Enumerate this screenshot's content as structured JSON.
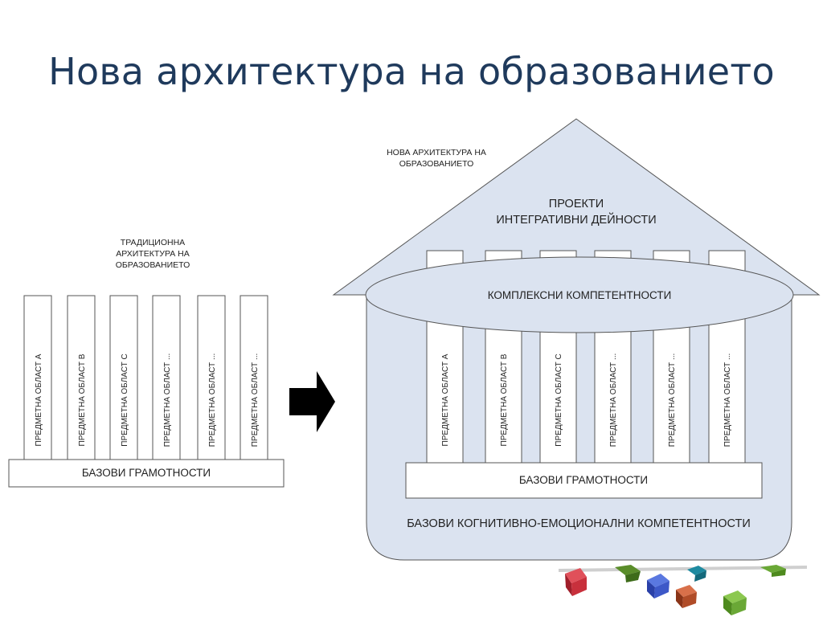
{
  "slide": {
    "title": "Нова архитектура на образованието"
  },
  "traditional": {
    "caption": [
      "ТРАДИЦИОННА",
      "АРХИТЕКТУРА НА",
      "ОБРАЗОВАНИЕТО"
    ],
    "columns": [
      "ПРЕДМЕТНА ОБЛАСТ А",
      "ПРЕДМЕТНА ОБЛАСТ В",
      "ПРЕДМЕТНА ОБЛАСТ С",
      "ПРЕДМЕТНА ОБЛАСТ ...",
      "ПРЕДМЕТНА ОБЛАСТ ...",
      "ПРЕДМЕТНА ОБЛАСТ ..."
    ],
    "base": "БАЗОВИ ГРАМОТНОСТИ"
  },
  "new_architecture": {
    "caption": [
      "НОВА АРХИТЕКТУРА НА",
      "ОБРАЗОВАНИЕТО"
    ],
    "roof": [
      "ПРОЕКТИ",
      "ИНТЕГРАТИВНИ ДЕЙНОСТИ"
    ],
    "ellipse": "КОМПЛЕКСНИ КОМПЕТЕНТНОСТИ",
    "columns": [
      "ПРЕДМЕТНА ОБЛАСТ А",
      "ПРЕДМЕТНА ОБЛАСТ В",
      "ПРЕДМЕТНА ОБЛАСТ С",
      "ПРЕДМЕТНА ОБЛАСТ ...",
      "ПРЕДМЕТНА ОБЛАСТ ...",
      "ПРЕДМЕТНА ОБЛАСТ ..."
    ],
    "base": "БАЗОВИ ГРАМОТНОСТИ",
    "foundation": "БАЗОВИ КОГНИТИВНО-ЕМОЦИОНАЛНИ КОМПЕТЕНТНОСТИ"
  },
  "colors": {
    "title": "#1f3a5c",
    "house_fill": "#dbe3f0",
    "stroke": "#555555"
  }
}
